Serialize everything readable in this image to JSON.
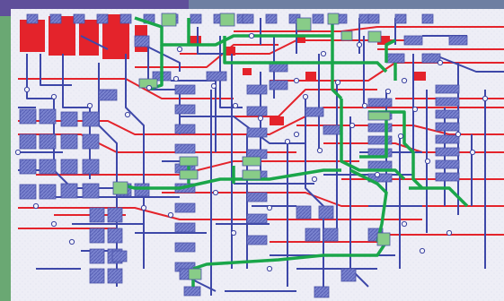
{
  "window": {
    "title": ""
  },
  "layers": [
    {
      "name": "top-copper",
      "color": "#3d47a8"
    },
    {
      "name": "bottom-copper",
      "color": "#e4232b"
    },
    {
      "name": "highlight-net",
      "color": "#1aa64a"
    },
    {
      "name": "pads",
      "color": "#6f78c7"
    },
    {
      "name": "board",
      "color": "#ecedf4"
    },
    {
      "name": "frame",
      "color": "#61a868"
    }
  ]
}
